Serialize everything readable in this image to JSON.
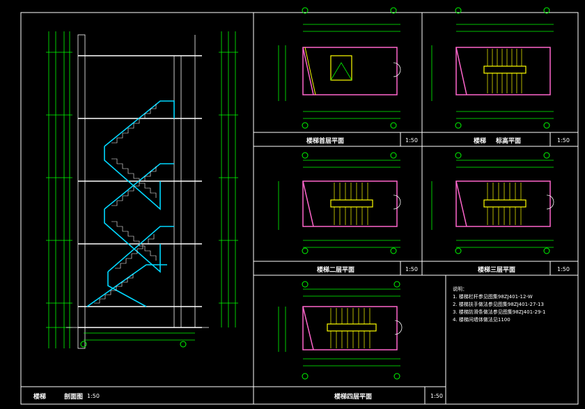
{
  "titles": {
    "section": {
      "name": "楼梯",
      "view": "剖面图",
      "scale": "1:50"
    },
    "plan_ground": {
      "name": "楼梯首层平面",
      "scale": "1:50"
    },
    "plan_standard": {
      "name": "楼梯",
      "view": "标高平面",
      "scale": "1:50"
    },
    "plan_2f": {
      "name": "楼梯二层平面",
      "scale": "1:50"
    },
    "plan_3f": {
      "name": "楼梯三层平面",
      "scale": "1:50"
    },
    "plan_4f": {
      "name": "楼梯四层平面",
      "scale": "1:50"
    }
  },
  "notes": {
    "heading": "说明：",
    "items": [
      "1. 楼梯栏杆参见图集98ZJ401-12-W",
      "2. 楼梯扶手做法参见图集98ZJ401-27-13",
      "3. 楼梯防滑条做法参见图集98ZJ401-29-1",
      "4. 楼梯间墙体做法见1100"
    ]
  },
  "colors": {
    "background": "#000000",
    "frame": "#ffffff",
    "dimension": "#00ff00",
    "stair": "#ffff00",
    "wall": "#ff66cc",
    "section_cut": "#00d8ff",
    "axis": "#ffffff"
  }
}
